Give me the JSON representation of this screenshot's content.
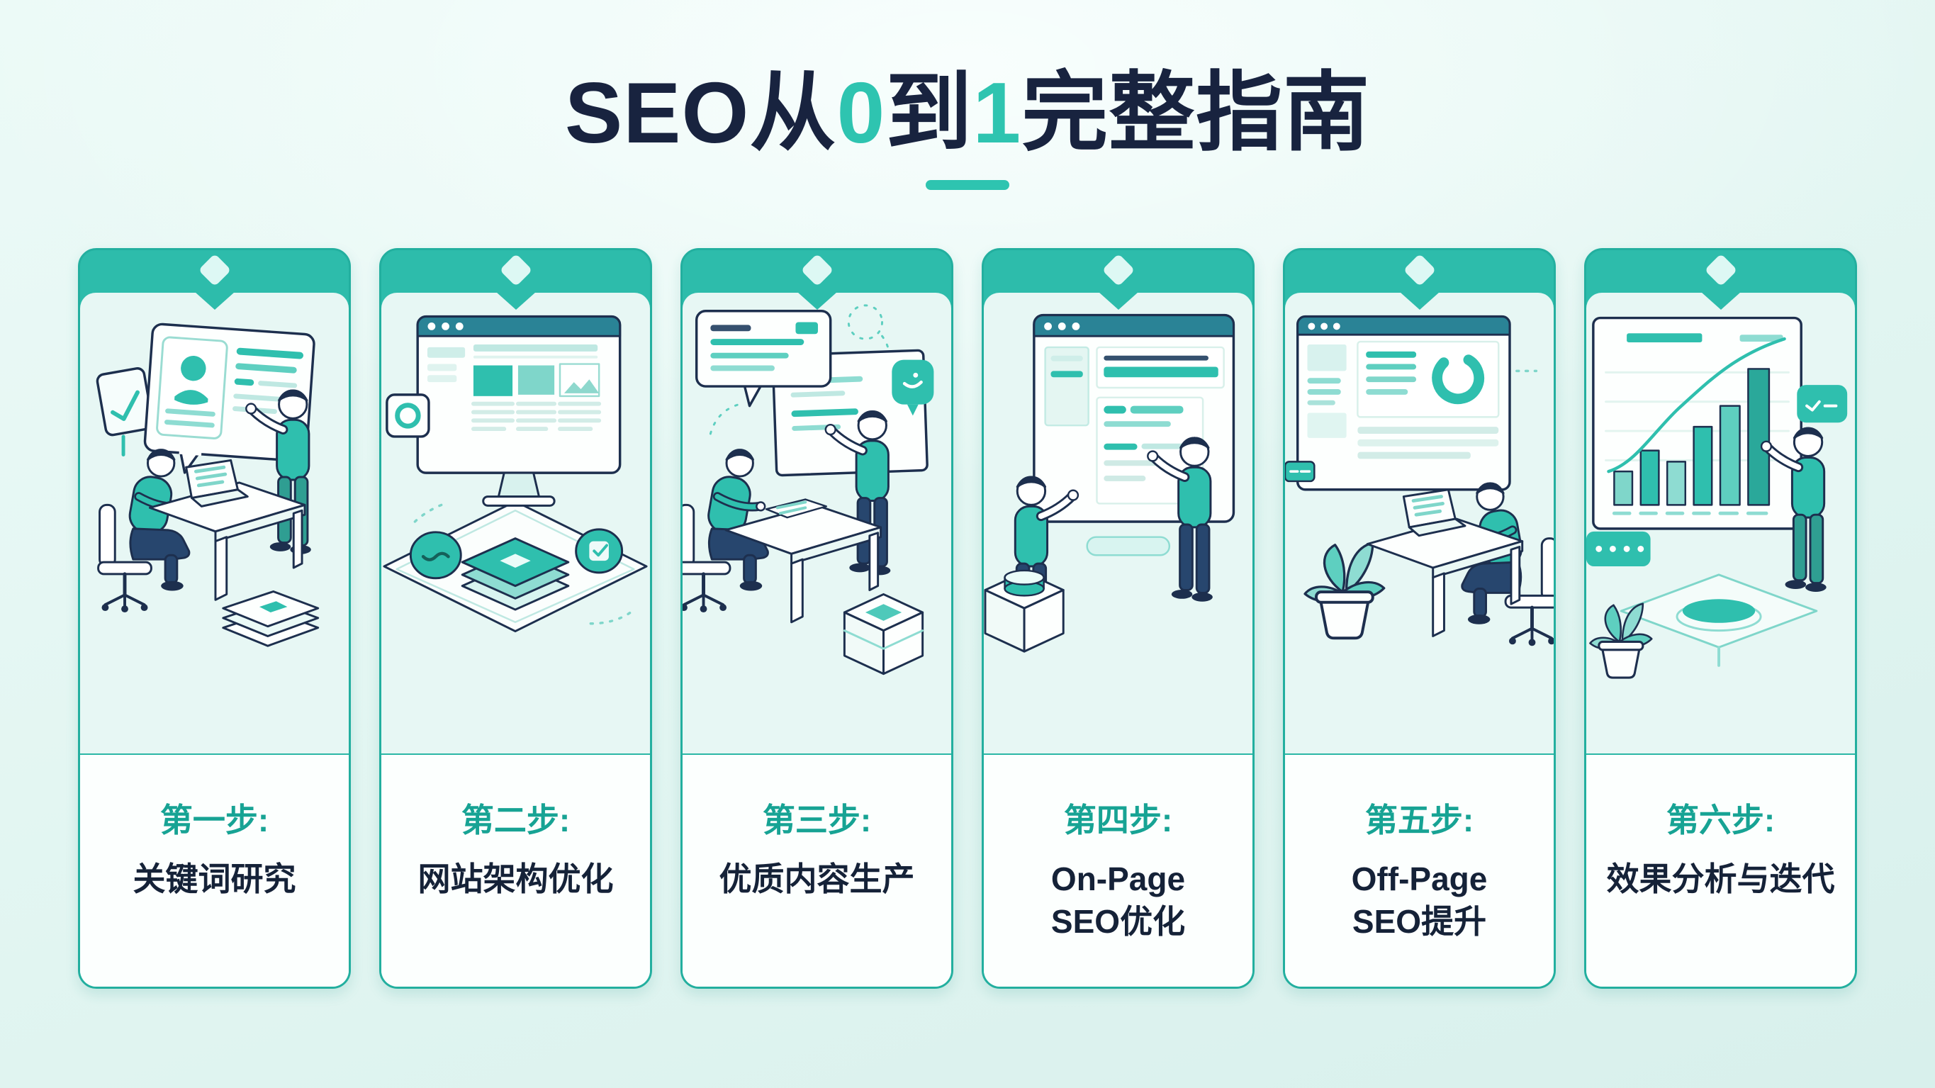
{
  "title": {
    "segments": [
      {
        "text": "SEO从",
        "accent": false
      },
      {
        "text": "0",
        "accent": true
      },
      {
        "text": "到",
        "accent": false
      },
      {
        "text": "1",
        "accent": true
      },
      {
        "text": "完整指南",
        "accent": false
      }
    ]
  },
  "colors": {
    "accent_teal": "#2ec4b0",
    "header_teal": "#2dbcab",
    "dark_navy": "#18233f",
    "step_label_teal": "#17a394",
    "card_body_mint": "#e7f7f4",
    "background_mint": "#e3f6f2"
  },
  "steps": [
    {
      "label": "第一步:",
      "lines": [
        "关键词研究"
      ],
      "illustration": "keyword-research-scene"
    },
    {
      "label": "第二步:",
      "lines": [
        "网站架构优化"
      ],
      "illustration": "site-architecture-scene"
    },
    {
      "label": "第三步:",
      "lines": [
        "优质内容生产"
      ],
      "illustration": "content-production-scene"
    },
    {
      "label": "第四步:",
      "lines": [
        "On-Page",
        "SEO优化"
      ],
      "illustration": "on-page-seo-scene"
    },
    {
      "label": "第五步:",
      "lines": [
        "Off-Page",
        "SEO提升"
      ],
      "illustration": "off-page-seo-scene"
    },
    {
      "label": "第六步:",
      "lines": [
        "效果分析与迭代"
      ],
      "illustration": "analytics-iteration-scene"
    }
  ]
}
